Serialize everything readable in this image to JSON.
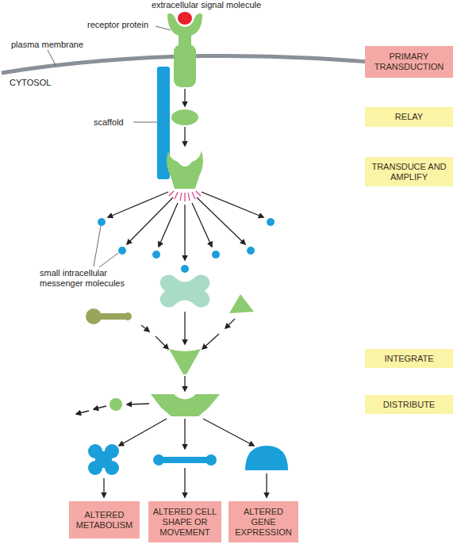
{
  "diagram": {
    "nodes": [
      {
        "text": [
          "PRIMARY TRANSDUCTION"
        ]
      },
      {
        "text": [
          "RELAY"
        ]
      },
      {
        "text": [
          "TRANSDUCE AND AMPLIFY"
        ]
      },
      {
        "text": [
          "INTEGRATE"
        ]
      },
      {
        "text": [
          "DISTRIBUTE"
        ]
      },
      {
        "text": [
          "ALTERED METABOLISM"
        ]
      },
      {
        "text": [
          "ALTERED CELL SHAPE OR MOVEMENT"
        ]
      },
      {
        "text": [
          "ALTERED GENE EXPRESSION"
        ]
      }
    ],
    "labels": [
      "extracellular signal molecule",
      "receptor protein",
      "plasma membrane",
      "CYTOSOL",
      "scaffold",
      "small intracellular messenger molecules"
    ]
  }
}
